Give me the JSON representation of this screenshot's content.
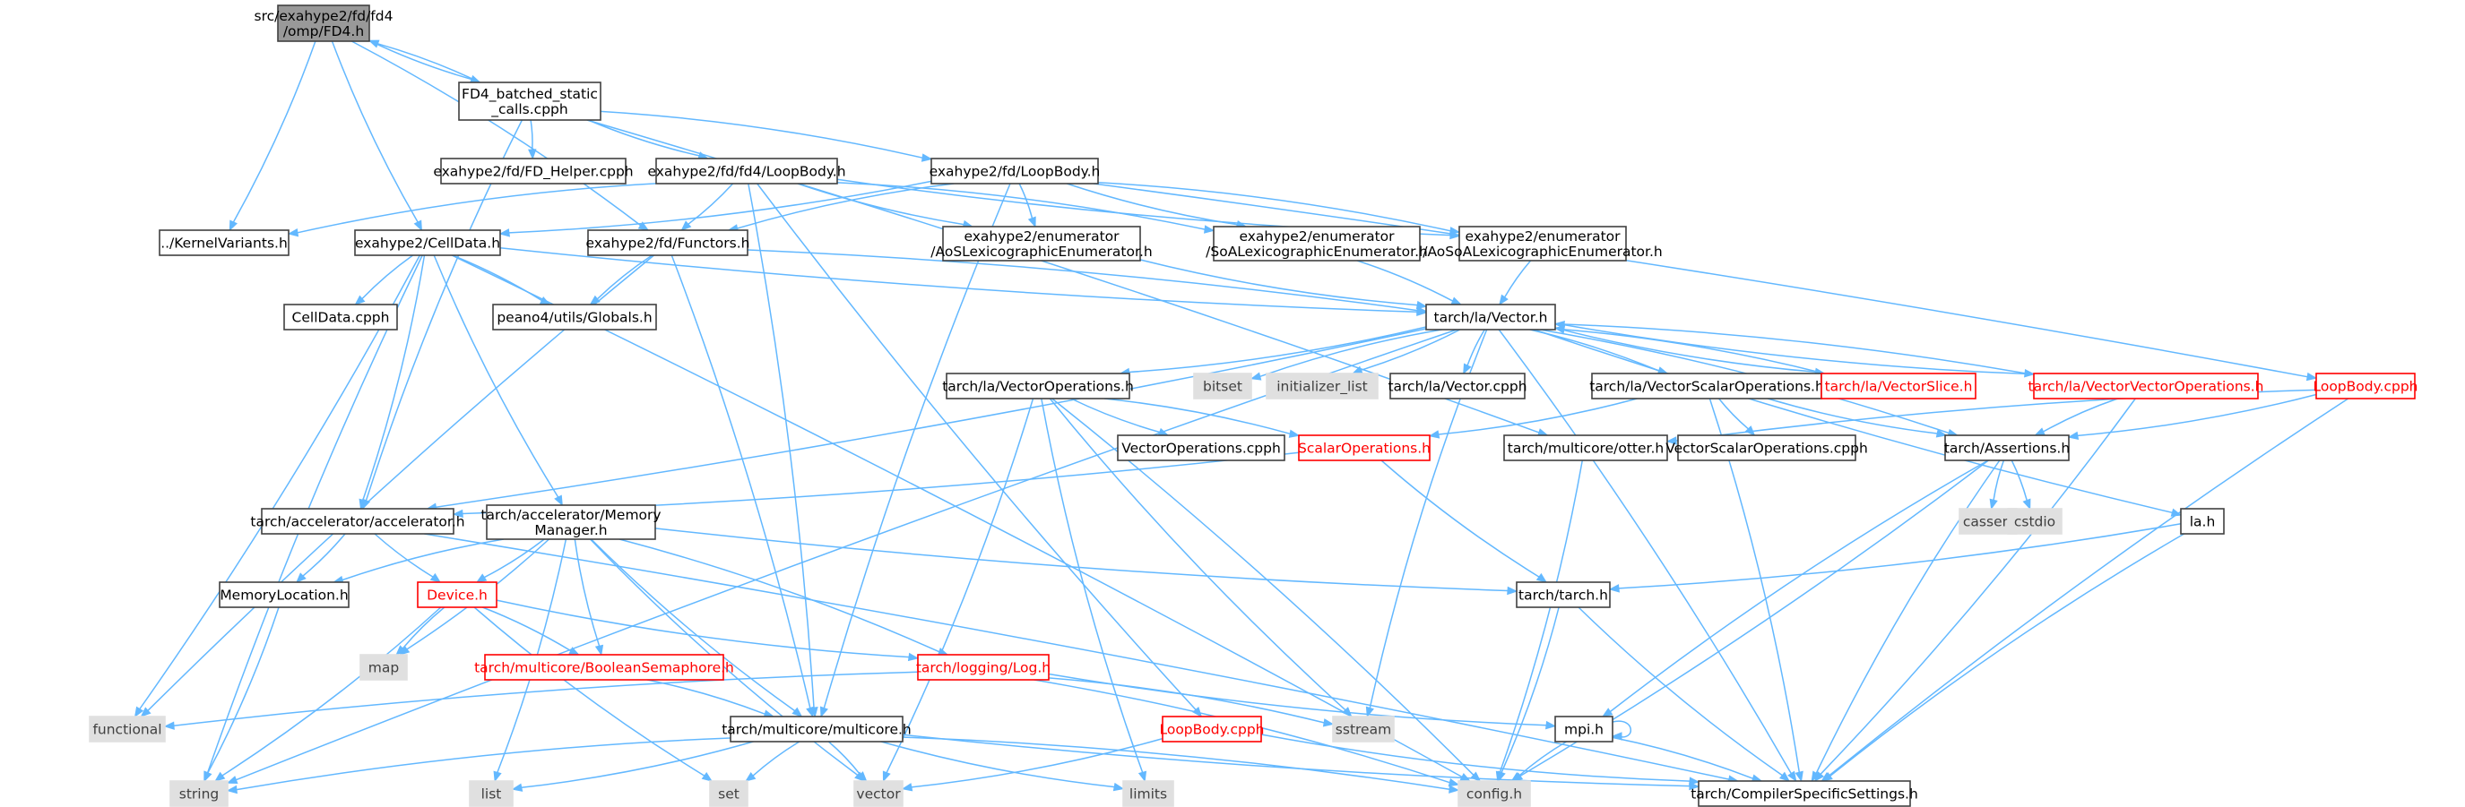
{
  "colors": {
    "edge": "#63b8ff",
    "node_fill": "#ffffff",
    "node_stroke": "#404040",
    "text": "#000000",
    "root_fill": "#999999",
    "system_fill": "#e0e0e0",
    "system_stroke": "#e0e0e0",
    "system_text": "#404040",
    "incomplete_stroke": "#ff0000",
    "incomplete_text": "#ff0000"
  },
  "nodes": [
    {
      "id": "fd4",
      "kind": "root",
      "lines": [
        "src/exahype2/fd/fd4",
        "/omp/FD4.h"
      ]
    },
    {
      "id": "batched",
      "kind": "file",
      "lines": [
        "FD4_batched_static",
        "_calls.cpph"
      ]
    },
    {
      "id": "fdhelper",
      "kind": "file",
      "lines": [
        "exahype2/fd/FD_Helper.cpph"
      ]
    },
    {
      "id": "fd4loop",
      "kind": "file",
      "lines": [
        "exahype2/fd/fd4/LoopBody.h"
      ]
    },
    {
      "id": "fdloop",
      "kind": "file",
      "lines": [
        "exahype2/fd/LoopBody.h"
      ]
    },
    {
      "id": "kernelvariants",
      "kind": "file",
      "lines": [
        "../KernelVariants.h"
      ]
    },
    {
      "id": "celldata",
      "kind": "file",
      "lines": [
        "exahype2/CellData.h"
      ]
    },
    {
      "id": "functors",
      "kind": "file",
      "lines": [
        "exahype2/fd/Functors.h"
      ]
    },
    {
      "id": "aoslex",
      "kind": "file",
      "lines": [
        "exahype2/enumerator",
        "/AoSLexicographicEnumerator.h"
      ]
    },
    {
      "id": "soalex",
      "kind": "file",
      "lines": [
        "exahype2/enumerator",
        "/SoALexicographicEnumerator.h"
      ]
    },
    {
      "id": "aosoalex",
      "kind": "file",
      "lines": [
        "exahype2/enumerator",
        "/AoSoALexicographicEnumerator.h"
      ]
    },
    {
      "id": "celldatacpph",
      "kind": "file",
      "lines": [
        "CellData.cpph"
      ]
    },
    {
      "id": "globals",
      "kind": "file",
      "lines": [
        "peano4/utils/Globals.h"
      ]
    },
    {
      "id": "vector",
      "kind": "file",
      "lines": [
        "tarch/la/Vector.h"
      ]
    },
    {
      "id": "vectorops",
      "kind": "file",
      "lines": [
        "tarch/la/VectorOperations.h"
      ]
    },
    {
      "id": "bitset",
      "kind": "system",
      "lines": [
        "bitset"
      ]
    },
    {
      "id": "initlist",
      "kind": "system",
      "lines": [
        "initializer_list"
      ]
    },
    {
      "id": "vectorcpph",
      "kind": "file",
      "lines": [
        "tarch/la/Vector.cpph"
      ]
    },
    {
      "id": "vectorscalarops",
      "kind": "file",
      "lines": [
        "tarch/la/VectorScalarOperations.h"
      ]
    },
    {
      "id": "vectorslice",
      "kind": "incomplete",
      "lines": [
        "tarch/la/VectorSlice.h"
      ]
    },
    {
      "id": "vectorvectorops",
      "kind": "incomplete",
      "lines": [
        "tarch/la/VectorVectorOperations.h"
      ]
    },
    {
      "id": "loopbodycpph1",
      "kind": "incomplete",
      "lines": [
        "LoopBody.cpph"
      ]
    },
    {
      "id": "vectoropscpph",
      "kind": "file",
      "lines": [
        "VectorOperations.cpph"
      ]
    },
    {
      "id": "scalarops",
      "kind": "incomplete",
      "lines": [
        "ScalarOperations.h"
      ]
    },
    {
      "id": "otter",
      "kind": "file",
      "lines": [
        "tarch/multicore/otter.h"
      ]
    },
    {
      "id": "vectorscalaropscpph",
      "kind": "file",
      "lines": [
        "VectorScalarOperations.cpph"
      ]
    },
    {
      "id": "assertions",
      "kind": "file",
      "lines": [
        "tarch/Assertions.h"
      ]
    },
    {
      "id": "accelerator",
      "kind": "file",
      "lines": [
        "tarch/accelerator/accelerator.h"
      ]
    },
    {
      "id": "memorymanager",
      "kind": "file",
      "lines": [
        "tarch/accelerator/Memory",
        "Manager.h"
      ]
    },
    {
      "id": "cassert",
      "kind": "system",
      "lines": [
        "cassert"
      ]
    },
    {
      "id": "cstdio",
      "kind": "system",
      "lines": [
        "cstdio"
      ]
    },
    {
      "id": "lah",
      "kind": "file",
      "lines": [
        "la.h"
      ]
    },
    {
      "id": "memorylocation",
      "kind": "file",
      "lines": [
        "MemoryLocation.h"
      ]
    },
    {
      "id": "device",
      "kind": "incomplete",
      "lines": [
        "Device.h"
      ]
    },
    {
      "id": "tarchh",
      "kind": "file",
      "lines": [
        "tarch/tarch.h"
      ]
    },
    {
      "id": "map",
      "kind": "system",
      "lines": [
        "map"
      ]
    },
    {
      "id": "boolsem",
      "kind": "incomplete",
      "lines": [
        "tarch/multicore/BooleanSemaphore.h"
      ]
    },
    {
      "id": "log",
      "kind": "incomplete",
      "lines": [
        "tarch/logging/Log.h"
      ]
    },
    {
      "id": "functional",
      "kind": "system",
      "lines": [
        "functional"
      ]
    },
    {
      "id": "multicore",
      "kind": "file",
      "lines": [
        "tarch/multicore/multicore.h"
      ]
    },
    {
      "id": "loopbodycpph2",
      "kind": "incomplete",
      "lines": [
        "LoopBody.cpph"
      ]
    },
    {
      "id": "sstream",
      "kind": "system",
      "lines": [
        "sstream"
      ]
    },
    {
      "id": "mpih",
      "kind": "file",
      "lines": [
        "mpi.h"
      ]
    },
    {
      "id": "string",
      "kind": "system",
      "lines": [
        "string"
      ]
    },
    {
      "id": "list",
      "kind": "system",
      "lines": [
        "list"
      ]
    },
    {
      "id": "set",
      "kind": "system",
      "lines": [
        "set"
      ]
    },
    {
      "id": "vectorstd",
      "kind": "system",
      "lines": [
        "vector"
      ]
    },
    {
      "id": "limits",
      "kind": "system",
      "lines": [
        "limits"
      ]
    },
    {
      "id": "config",
      "kind": "system",
      "lines": [
        "config.h"
      ]
    },
    {
      "id": "compiler",
      "kind": "file",
      "lines": [
        "tarch/CompilerSpecificSettings.h"
      ]
    }
  ],
  "edges": [
    [
      "fd4",
      "batched"
    ],
    [
      "fd4",
      "kernelvariants"
    ],
    [
      "fd4",
      "celldata"
    ],
    [
      "fd4",
      "functors"
    ],
    [
      "batched",
      "fd4"
    ],
    [
      "batched",
      "fdhelper"
    ],
    [
      "batched",
      "fd4loop"
    ],
    [
      "batched",
      "fdloop"
    ],
    [
      "batched",
      "accelerator"
    ],
    [
      "batched",
      "otter"
    ],
    [
      "fd4loop",
      "kernelvariants"
    ],
    [
      "fd4loop",
      "functors"
    ],
    [
      "fd4loop",
      "aoslex"
    ],
    [
      "fd4loop",
      "soalex"
    ],
    [
      "fd4loop",
      "aosoalex"
    ],
    [
      "fd4loop",
      "multicore"
    ],
    [
      "fd4loop",
      "loopbodycpph2"
    ],
    [
      "fdloop",
      "celldata"
    ],
    [
      "fdloop",
      "functors"
    ],
    [
      "fdloop",
      "aoslex"
    ],
    [
      "fdloop",
      "soalex"
    ],
    [
      "fdloop",
      "aosoalex"
    ],
    [
      "fdloop",
      "multicore"
    ],
    [
      "fdloop",
      "loopbodycpph1"
    ],
    [
      "celldata",
      "celldatacpph"
    ],
    [
      "celldata",
      "globals"
    ],
    [
      "celldata",
      "vector"
    ],
    [
      "celldata",
      "accelerator"
    ],
    [
      "celldata",
      "memorymanager"
    ],
    [
      "celldata",
      "functional"
    ],
    [
      "celldata",
      "string"
    ],
    [
      "celldata",
      "config"
    ],
    [
      "functors",
      "globals"
    ],
    [
      "functors",
      "vector"
    ],
    [
      "functors",
      "functional"
    ],
    [
      "functors",
      "multicore"
    ],
    [
      "aoslex",
      "vector"
    ],
    [
      "soalex",
      "vector"
    ],
    [
      "aosoalex",
      "vector"
    ],
    [
      "vector",
      "vectorops"
    ],
    [
      "vector",
      "bitset"
    ],
    [
      "vector",
      "initlist"
    ],
    [
      "vector",
      "vectorcpph"
    ],
    [
      "vector",
      "vectorscalarops"
    ],
    [
      "vector",
      "vectorslice"
    ],
    [
      "vector",
      "vectorvectorops"
    ],
    [
      "vector",
      "sstream"
    ],
    [
      "vector",
      "assertions"
    ],
    [
      "vector",
      "lah"
    ],
    [
      "vector",
      "accelerator"
    ],
    [
      "vector",
      "string"
    ],
    [
      "vector",
      "compiler"
    ],
    [
      "vectorops",
      "vectoropscpph"
    ],
    [
      "vectorops",
      "scalarops"
    ],
    [
      "vectorops",
      "sstream"
    ],
    [
      "vectorops",
      "vectorstd"
    ],
    [
      "vectorops",
      "limits"
    ],
    [
      "vectorops",
      "config"
    ],
    [
      "vectorscalarops",
      "vectorscalaropscpph"
    ],
    [
      "vectorscalarops",
      "scalarops"
    ],
    [
      "vectorscalarops",
      "assertions"
    ],
    [
      "vectorscalarops",
      "compiler"
    ],
    [
      "vectorslice",
      "vector"
    ],
    [
      "vectorvectorops",
      "vector"
    ],
    [
      "vectorvectorops",
      "assertions"
    ],
    [
      "vectorvectorops",
      "compiler"
    ],
    [
      "loopbodycpph1",
      "otter"
    ],
    [
      "loopbodycpph1",
      "assertions"
    ],
    [
      "loopbodycpph1",
      "compiler"
    ],
    [
      "scalarops",
      "accelerator"
    ],
    [
      "scalarops",
      "tarchh"
    ],
    [
      "otter",
      "config"
    ],
    [
      "assertions",
      "cassert"
    ],
    [
      "assertions",
      "cstdio"
    ],
    [
      "assertions",
      "mpih"
    ],
    [
      "assertions",
      "config"
    ],
    [
      "assertions",
      "compiler"
    ],
    [
      "accelerator",
      "memorylocation"
    ],
    [
      "accelerator",
      "device"
    ],
    [
      "accelerator",
      "compiler"
    ],
    [
      "memorymanager",
      "memorylocation"
    ],
    [
      "memorymanager",
      "device"
    ],
    [
      "memorymanager",
      "tarchh"
    ],
    [
      "memorymanager",
      "map"
    ],
    [
      "memorymanager",
      "boolsem"
    ],
    [
      "memorymanager",
      "log"
    ],
    [
      "memorymanager",
      "multicore"
    ],
    [
      "memorymanager",
      "list"
    ],
    [
      "memorymanager",
      "vectorstd"
    ],
    [
      "lah",
      "tarchh"
    ],
    [
      "lah",
      "compiler"
    ],
    [
      "memorylocation",
      "string"
    ],
    [
      "device",
      "map"
    ],
    [
      "device",
      "boolsem"
    ],
    [
      "device",
      "log"
    ],
    [
      "device",
      "string"
    ],
    [
      "device",
      "set"
    ],
    [
      "tarchh",
      "config"
    ],
    [
      "tarchh",
      "compiler"
    ],
    [
      "boolsem",
      "multicore"
    ],
    [
      "log",
      "functional"
    ],
    [
      "log",
      "sstream"
    ],
    [
      "log",
      "mpih"
    ],
    [
      "log",
      "config"
    ],
    [
      "multicore",
      "string"
    ],
    [
      "multicore",
      "list"
    ],
    [
      "multicore",
      "set"
    ],
    [
      "multicore",
      "vectorstd"
    ],
    [
      "multicore",
      "limits"
    ],
    [
      "multicore",
      "config"
    ],
    [
      "multicore",
      "compiler"
    ],
    [
      "loopbodycpph2",
      "vectorstd"
    ],
    [
      "loopbodycpph2",
      "compiler"
    ],
    [
      "mpih",
      "mpih"
    ],
    [
      "mpih",
      "config"
    ],
    [
      "mpih",
      "compiler"
    ]
  ]
}
